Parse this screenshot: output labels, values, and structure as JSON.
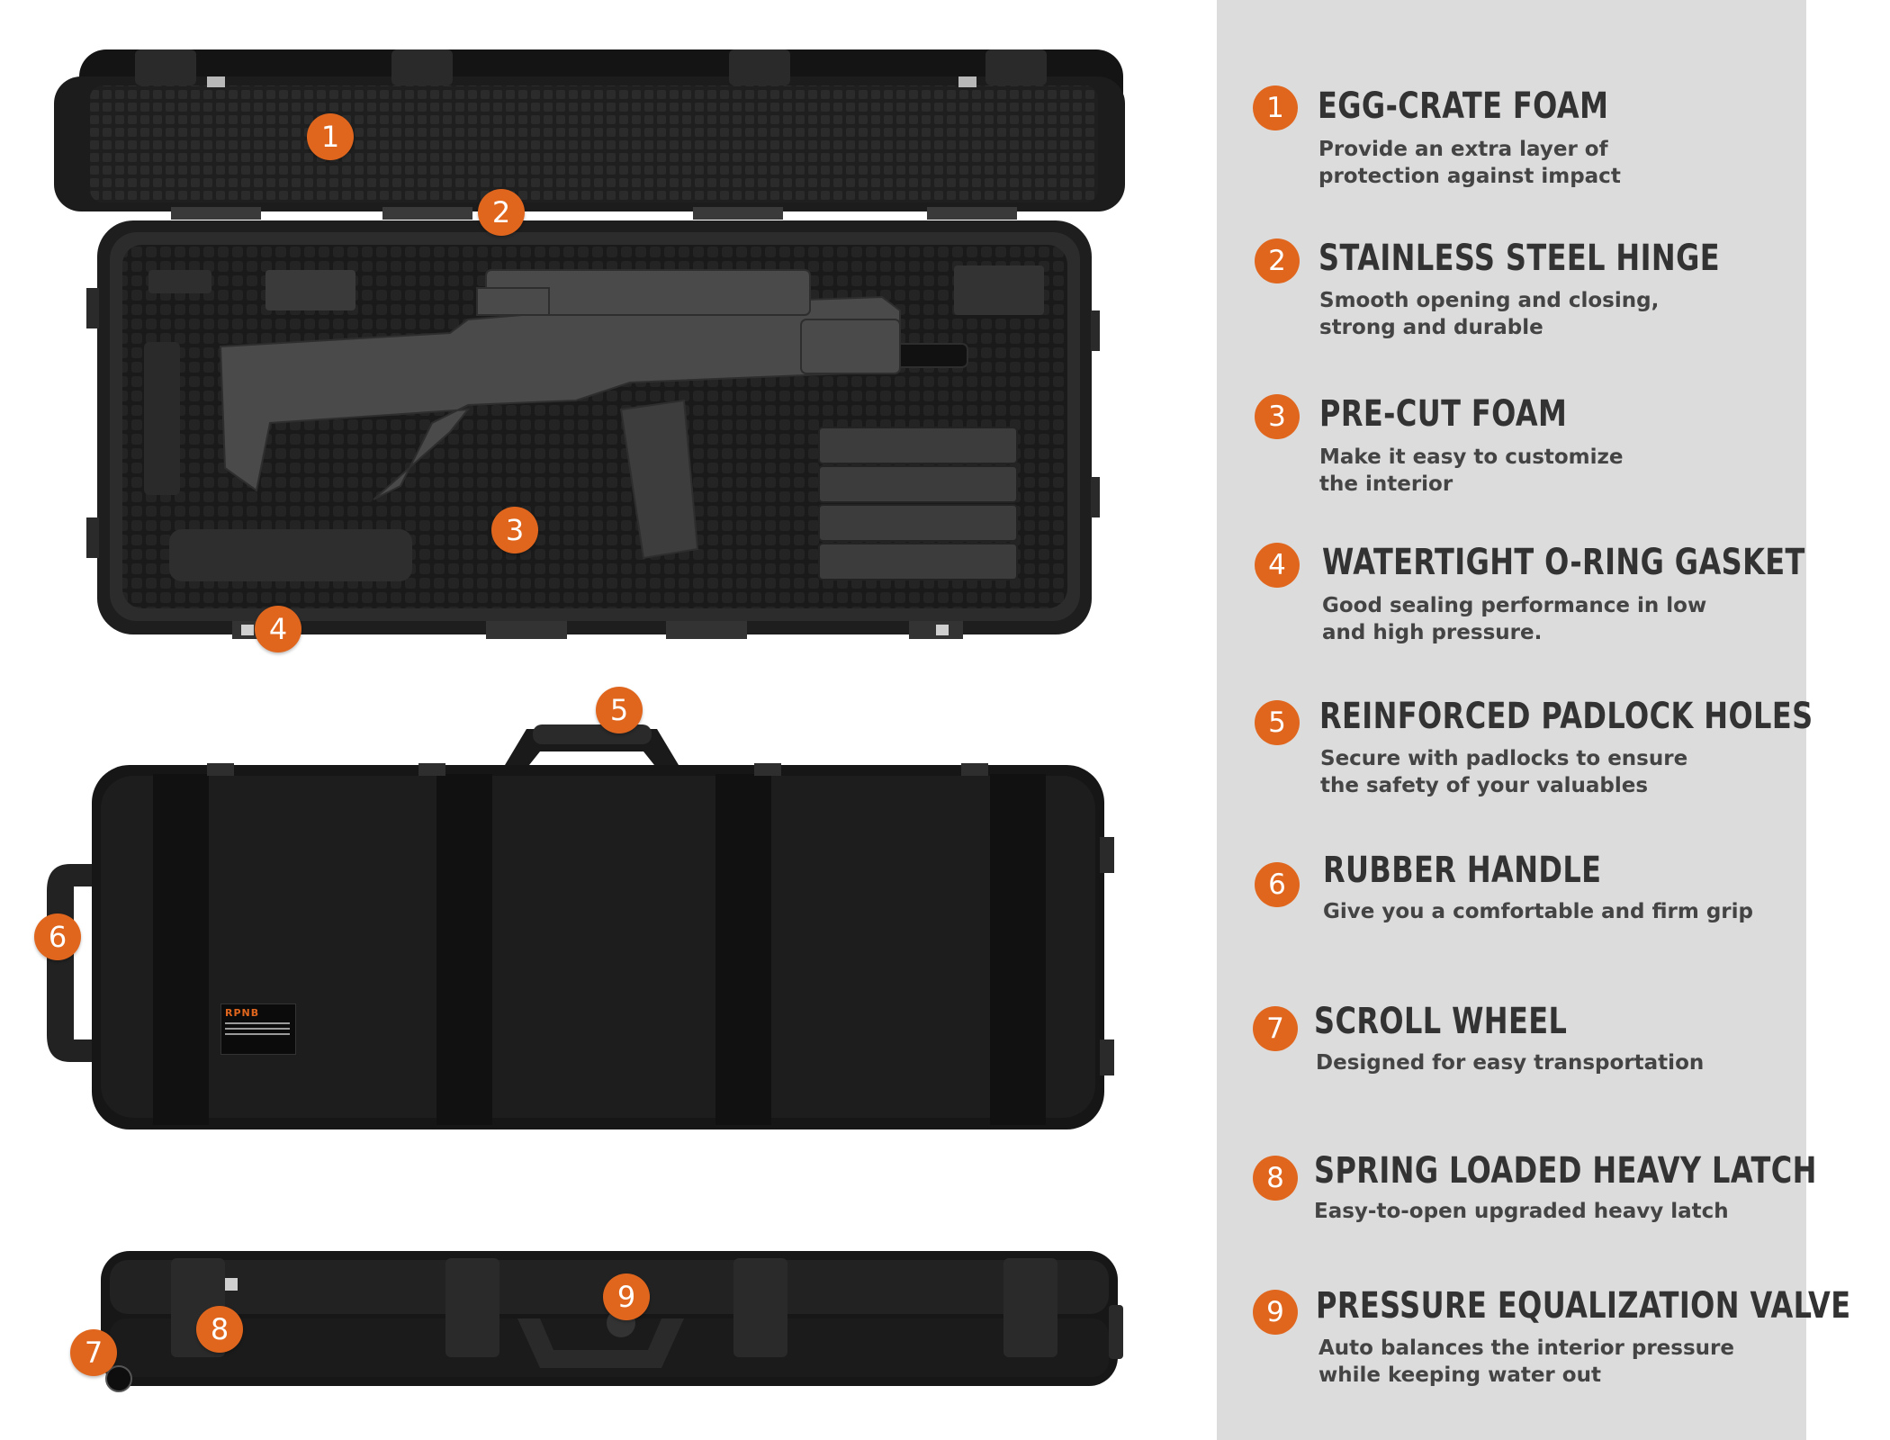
{
  "callouts": [
    "1",
    "2",
    "3",
    "4",
    "5",
    "6",
    "7",
    "8",
    "9"
  ],
  "label": {
    "brand": "RPNB"
  },
  "features": [
    {
      "number": "1",
      "title": "EGG-CRATE FOAM",
      "description": "Provide an extra layer of\nprotection against impact"
    },
    {
      "number": "2",
      "title": "STAINLESS STEEL HINGE",
      "description": "Smooth opening and closing,\nstrong and durable"
    },
    {
      "number": "3",
      "title": "PRE-CUT FOAM",
      "description": "Make it easy to customize\nthe interior"
    },
    {
      "number": "4",
      "title": "WATERTIGHT O-RING GASKET",
      "description": "Good sealing performance in low\nand high pressure."
    },
    {
      "number": "5",
      "title": "REINFORCED PADLOCK HOLES",
      "description": "Secure with padlocks to ensure\nthe safety of your valuables"
    },
    {
      "number": "6",
      "title": "RUBBER HANDLE",
      "description": "Give you a comfortable and firm grip"
    },
    {
      "number": "7",
      "title": "SCROLL WHEEL",
      "description": "Designed for easy transportation"
    },
    {
      "number": "8",
      "title": "SPRING LOADED HEAVY LATCH",
      "description": "Easy-to-open upgraded heavy latch"
    },
    {
      "number": "9",
      "title": "PRESSURE EQUALIZATION VALVE",
      "description": "Auto balances the interior pressure\nwhile keeping water out"
    }
  ],
  "colors": {
    "accent": "#e0661e",
    "panel": "#dcdcdc",
    "case": "#161616"
  }
}
